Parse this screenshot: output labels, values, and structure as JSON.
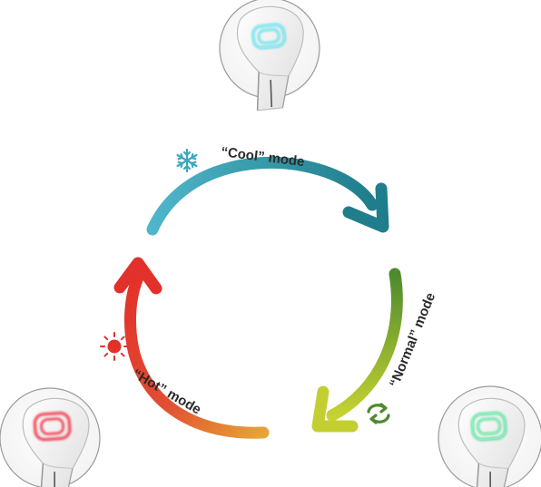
{
  "modes": {
    "cool": {
      "label": "“Cool” mode",
      "color": "#3aa7c0",
      "icon": "snowflake-icon"
    },
    "normal": {
      "label": "“Normal” mode",
      "color": "#6aa83a",
      "icon": "recycle-arrows-icon"
    },
    "hot": {
      "label": "“Hot” mode",
      "color": "#e03a2e",
      "icon": "sun-icon"
    }
  },
  "colors": {
    "cool_light": "#4fb6c9",
    "cool_dark": "#1f7d8c",
    "normal_dark": "#4e8a2e",
    "normal_light": "#b9cc2d",
    "hot_red": "#e2312a",
    "hot_orange": "#e6a435",
    "device_glow_cool": "#4fd8e6",
    "device_glow_normal": "#3ed88a",
    "device_glow_hot": "#e8283c"
  }
}
